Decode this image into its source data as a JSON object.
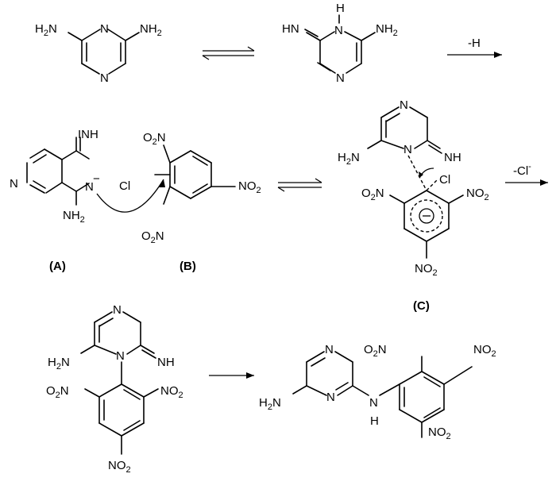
{
  "labels": {
    "h2n": "H2N",
    "nh2": "NH2",
    "n": "N",
    "h": "H",
    "hn": "HN",
    "nh": "NH",
    "inh": "INH",
    "cl": "Cl",
    "no2": "NO2",
    "o2n": "O2N",
    "minus": "−",
    "compound_a": "(A)",
    "compound_b": "(B)",
    "compound_c": "(C)"
  },
  "arrows": {
    "minus_h": "-H",
    "minus_cl": "-Cl",
    "minus_cl_sup": "-"
  }
}
